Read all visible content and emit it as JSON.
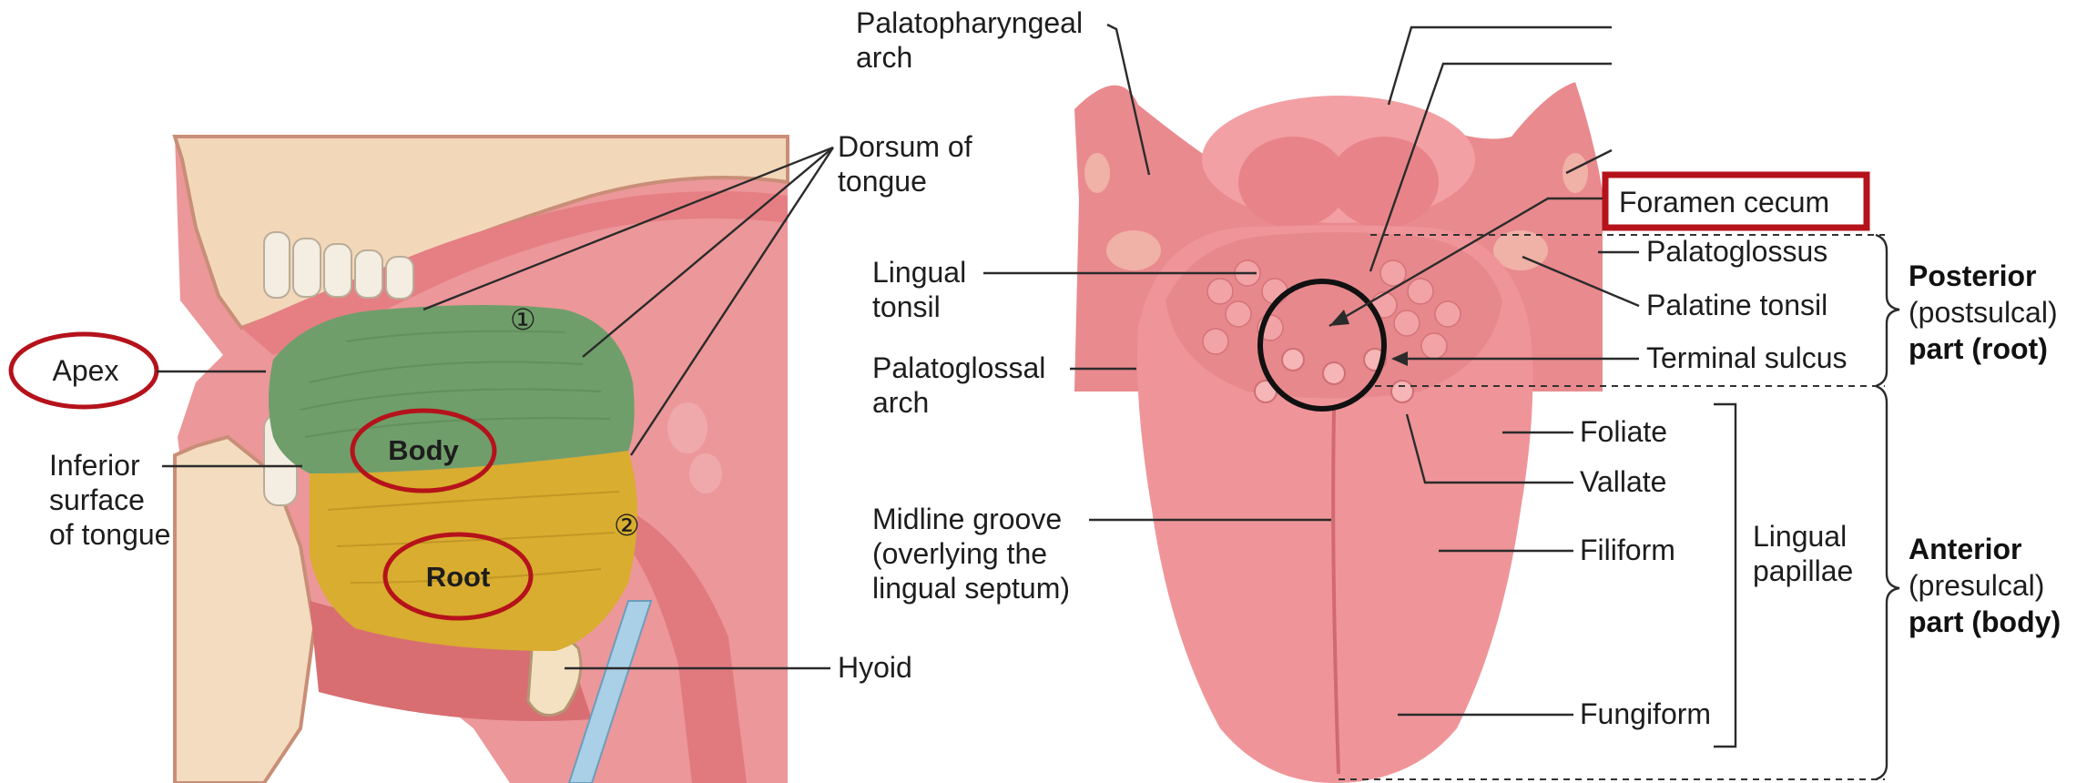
{
  "left_figure": {
    "labels": {
      "apex": "Apex",
      "inferior_surface": [
        "Inferior",
        "surface",
        "of tongue"
      ],
      "body": "Body",
      "root": "Root",
      "dorsum": [
        "Dorsum of",
        "tongue"
      ],
      "hyoid": "Hyoid",
      "marker_1": "①",
      "marker_2": "②"
    }
  },
  "right_figure": {
    "labels": {
      "palatopharyngeal_arch": [
        "Palatopharyngeal",
        "arch"
      ],
      "lingual_tonsil": [
        "Lingual",
        "tonsil"
      ],
      "palatoglossal_arch": [
        "Palatoglossal",
        "arch"
      ],
      "midline_groove": [
        "Midline groove",
        "(overlying the",
        "lingual septum)"
      ],
      "foramen_cecum": "Foramen cecum",
      "palatoglossus": "Palatoglossus",
      "palatine_tonsil": "Palatine tonsil",
      "terminal_sulcus": "Terminal sulcus",
      "foliate": "Foliate",
      "vallate": "Vallate",
      "filiform": "Filiform",
      "fungiform": "Fungiform",
      "lingual_papillae": [
        "Lingual",
        "papillae"
      ],
      "posterior": [
        "Posterior",
        "(postsulcal)",
        "part (root)"
      ],
      "anterior": [
        "Anterior",
        "(presulcal)",
        "part (body)"
      ]
    }
  },
  "colors": {
    "body_region": "#6f9e6a",
    "root_region": "#d9ad2f",
    "tissue": "#e98a8e",
    "tongue": "#ef9599",
    "highlight_red": "#b5121b",
    "circle_black": "#111111"
  }
}
